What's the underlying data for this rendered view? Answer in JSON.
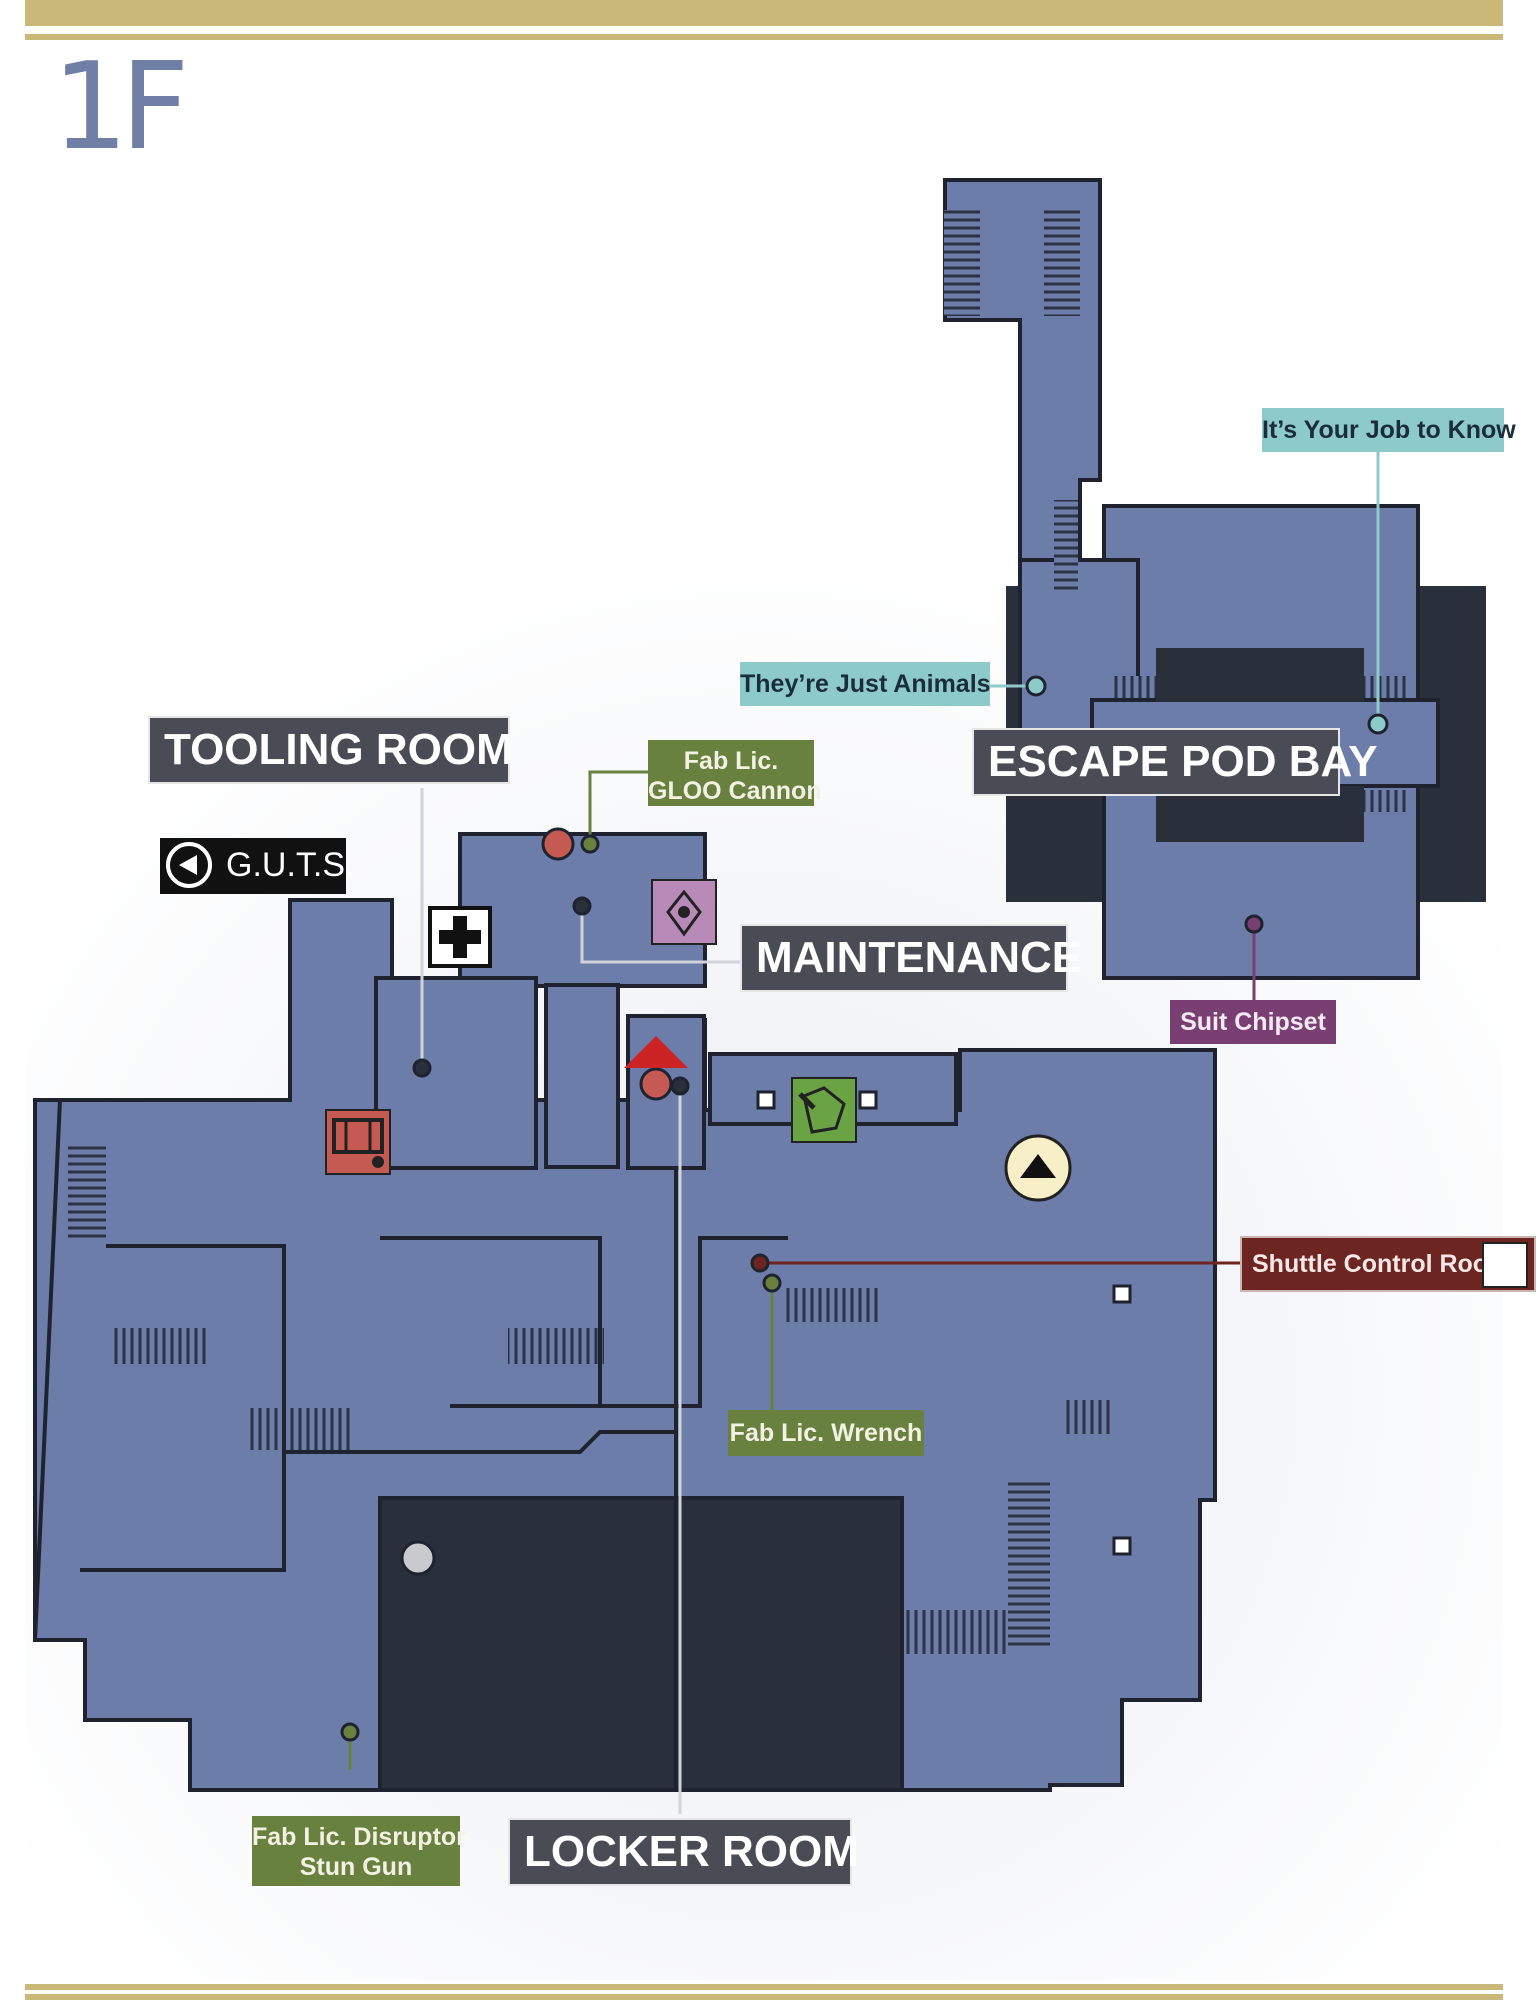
{
  "floor": {
    "label": "1F"
  },
  "rooms": {
    "escape_pod_bay": "ESCAPE POD BAY",
    "tooling_room": "TOOLING ROOM",
    "maintenance": "MAINTENANCE",
    "locker_room": "LOCKER ROOM"
  },
  "exits": {
    "guts": "G.U.T.S."
  },
  "callouts": {
    "its_your_job": "It’s Your Job to Know",
    "just_animals": "They’re Just Animals",
    "gloo_cannon_l1": "Fab Lic.",
    "gloo_cannon_l2": "GLOO Cannon",
    "suit_chipset": "Suit Chipset",
    "shuttle_control": "Shuttle Control Room",
    "wrench": "Fab Lic. Wrench",
    "disruptor_l1": "Fab Lic. Disruptor",
    "disruptor_l2": "Stun Gun"
  },
  "colors": {
    "floor": "#6b7da8",
    "wall": "#1f2330",
    "void": "#2a2f3c",
    "band": "#c9b877",
    "teal": "#8ccbca",
    "olive": "#68813e",
    "purple": "#7a3f72",
    "maroon": "#6d2521",
    "pin_red": "#c45a52",
    "pin_grey": "#c9cacd"
  },
  "icons": [
    "medkit-icon",
    "arachnid-icon",
    "recycler-icon",
    "workbench-icon",
    "up-arrow-exit-icon",
    "red-arrow-icon",
    "keycard-tag-icon",
    "back-arrow-icon"
  ]
}
